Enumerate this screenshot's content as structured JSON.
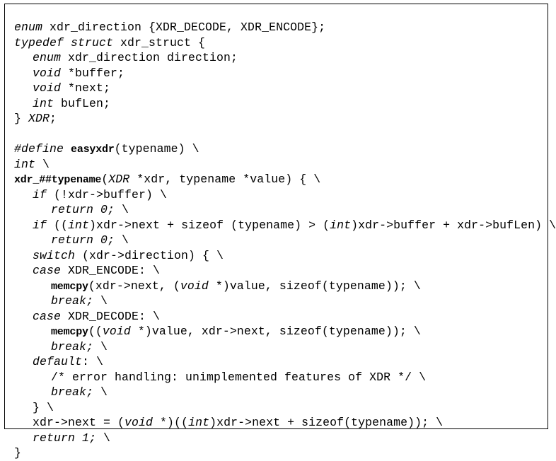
{
  "figure": {
    "kind": "code-listing",
    "language": "C",
    "border_color": "#000000",
    "background_color": "#ffffff",
    "text_color": "#000000"
  },
  "code": {
    "lines": [
      {
        "indent": 0,
        "tokens": [
          {
            "style": "kw",
            "text": "enum"
          },
          {
            "style": "id",
            "text": " xdr_direction {XDR_DECODE, XDR_ENCODE};"
          }
        ]
      },
      {
        "indent": 0,
        "tokens": [
          {
            "style": "kw",
            "text": "typedef struct"
          },
          {
            "style": "id",
            "text": " xdr_struct {"
          }
        ]
      },
      {
        "indent": 1,
        "tokens": [
          {
            "style": "kw",
            "text": "enum"
          },
          {
            "style": "id",
            "text": " xdr_direction direction;"
          }
        ]
      },
      {
        "indent": 1,
        "tokens": [
          {
            "style": "kw",
            "text": "void"
          },
          {
            "style": "id",
            "text": " *buffer;"
          }
        ]
      },
      {
        "indent": 1,
        "tokens": [
          {
            "style": "kw",
            "text": "void"
          },
          {
            "style": "id",
            "text": " *next;"
          }
        ]
      },
      {
        "indent": 1,
        "tokens": [
          {
            "style": "kw",
            "text": "int"
          },
          {
            "style": "id",
            "text": " bufLen;"
          }
        ]
      },
      {
        "indent": 0,
        "tokens": [
          {
            "style": "id",
            "text": "} "
          },
          {
            "style": "kw",
            "text": "XDR"
          },
          {
            "style": "id",
            "text": ";"
          }
        ]
      },
      {
        "indent": 0,
        "blank": true,
        "tokens": []
      },
      {
        "indent": 0,
        "tokens": [
          {
            "style": "kw",
            "text": "#define"
          },
          {
            "style": "id",
            "text": " "
          },
          {
            "style": "tt",
            "text": "easyxdr"
          },
          {
            "style": "id",
            "text": "(typename) \\"
          }
        ]
      },
      {
        "indent": 0,
        "tokens": [
          {
            "style": "kw",
            "text": "int"
          },
          {
            "style": "id",
            "text": " \\"
          }
        ]
      },
      {
        "indent": 0,
        "tokens": [
          {
            "style": "tt",
            "text": "xdr_##typename"
          },
          {
            "style": "id",
            "text": "("
          },
          {
            "style": "kw",
            "text": "XDR"
          },
          {
            "style": "id",
            "text": " *xdr, typename *value) { \\"
          }
        ]
      },
      {
        "indent": 1,
        "tokens": [
          {
            "style": "kw",
            "text": "if"
          },
          {
            "style": "id",
            "text": " (!xdr->buffer) \\"
          }
        ]
      },
      {
        "indent": 2,
        "tokens": [
          {
            "style": "kw",
            "text": "return 0;"
          },
          {
            "style": "id",
            "text": " \\"
          }
        ]
      },
      {
        "indent": 1,
        "tokens": [
          {
            "style": "kw",
            "text": "if"
          },
          {
            "style": "id",
            "text": " (("
          },
          {
            "style": "kw",
            "text": "int"
          },
          {
            "style": "id",
            "text": ")xdr->next + sizeof (typename) > ("
          },
          {
            "style": "kw",
            "text": "int"
          },
          {
            "style": "id",
            "text": ")xdr->buffer + xdr->bufLen) \\"
          }
        ]
      },
      {
        "indent": 2,
        "tokens": [
          {
            "style": "kw",
            "text": "return 0;"
          },
          {
            "style": "id",
            "text": " \\"
          }
        ]
      },
      {
        "indent": 1,
        "tokens": [
          {
            "style": "kw",
            "text": "switch"
          },
          {
            "style": "id",
            "text": " (xdr->direction) { \\"
          }
        ]
      },
      {
        "indent": 1,
        "tokens": [
          {
            "style": "kw",
            "text": "case"
          },
          {
            "style": "id",
            "text": " XDR_ENCODE: \\"
          }
        ]
      },
      {
        "indent": 2,
        "tokens": [
          {
            "style": "tt",
            "text": "memcpy"
          },
          {
            "style": "id",
            "text": "(xdr->next, ("
          },
          {
            "style": "kw",
            "text": "void"
          },
          {
            "style": "id",
            "text": " *)value, sizeof(typename)); \\"
          }
        ]
      },
      {
        "indent": 2,
        "tokens": [
          {
            "style": "kw",
            "text": "break;"
          },
          {
            "style": "id",
            "text": " \\"
          }
        ]
      },
      {
        "indent": 1,
        "tokens": [
          {
            "style": "kw",
            "text": "case"
          },
          {
            "style": "id",
            "text": " XDR_DECODE: \\"
          }
        ]
      },
      {
        "indent": 2,
        "tokens": [
          {
            "style": "tt",
            "text": "memcpy"
          },
          {
            "style": "id",
            "text": "(("
          },
          {
            "style": "kw",
            "text": "void"
          },
          {
            "style": "id",
            "text": " *)value, xdr->next, sizeof(typename)); \\"
          }
        ]
      },
      {
        "indent": 2,
        "tokens": [
          {
            "style": "kw",
            "text": "break;"
          },
          {
            "style": "id",
            "text": " \\"
          }
        ]
      },
      {
        "indent": 1,
        "tokens": [
          {
            "style": "kw",
            "text": "default"
          },
          {
            "style": "id",
            "text": ": \\"
          }
        ]
      },
      {
        "indent": 2,
        "tokens": [
          {
            "style": "id",
            "text": "/* error handling: unimplemented features of XDR */ \\"
          }
        ]
      },
      {
        "indent": 2,
        "tokens": [
          {
            "style": "kw",
            "text": "break;"
          },
          {
            "style": "id",
            "text": " \\"
          }
        ]
      },
      {
        "indent": 1,
        "tokens": [
          {
            "style": "id",
            "text": "} \\"
          }
        ]
      },
      {
        "indent": 1,
        "tokens": [
          {
            "style": "id",
            "text": "xdr->next = ("
          },
          {
            "style": "kw",
            "text": "void"
          },
          {
            "style": "id",
            "text": " *)(("
          },
          {
            "style": "kw",
            "text": "int"
          },
          {
            "style": "id",
            "text": ")xdr->next + sizeof(typename)); \\"
          }
        ]
      },
      {
        "indent": 1,
        "tokens": [
          {
            "style": "kw",
            "text": "return 1;"
          },
          {
            "style": "id",
            "text": " \\"
          }
        ]
      },
      {
        "indent": 0,
        "tokens": [
          {
            "style": "id",
            "text": "}"
          }
        ]
      }
    ]
  }
}
